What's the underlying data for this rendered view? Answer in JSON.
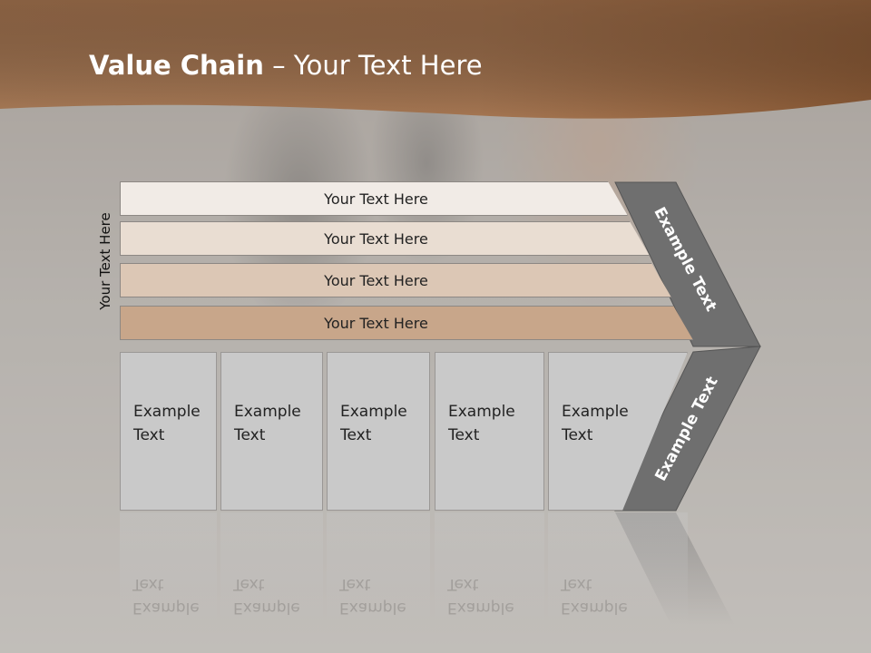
{
  "slide": {
    "title_bold": "Value Chain",
    "title_rest": " – Your Text Here",
    "side_label": "Your Text Here"
  },
  "bars": [
    {
      "label": "Your Text Here",
      "color": "#f1ebe6"
    },
    {
      "label": "Your Text Here",
      "color": "#e9ddd2"
    },
    {
      "label": "Your Text Here",
      "color": "#dcc7b5"
    },
    {
      "label": "Your Text Here",
      "color": "#c8a68a"
    }
  ],
  "columns": [
    {
      "line1": "Example",
      "line2": "Text"
    },
    {
      "line1": "Example",
      "line2": "Text"
    },
    {
      "line1": "Example",
      "line2": "Text"
    },
    {
      "line1": "Example",
      "line2": "Text"
    },
    {
      "line1": "Example",
      "line2": "Text"
    }
  ],
  "arrow": {
    "upper_label": "Example Text",
    "lower_label": "Example Text",
    "color": "#6f6f6f"
  },
  "colors": {
    "header": "#8a5a36",
    "header_light": "#b98b66"
  }
}
